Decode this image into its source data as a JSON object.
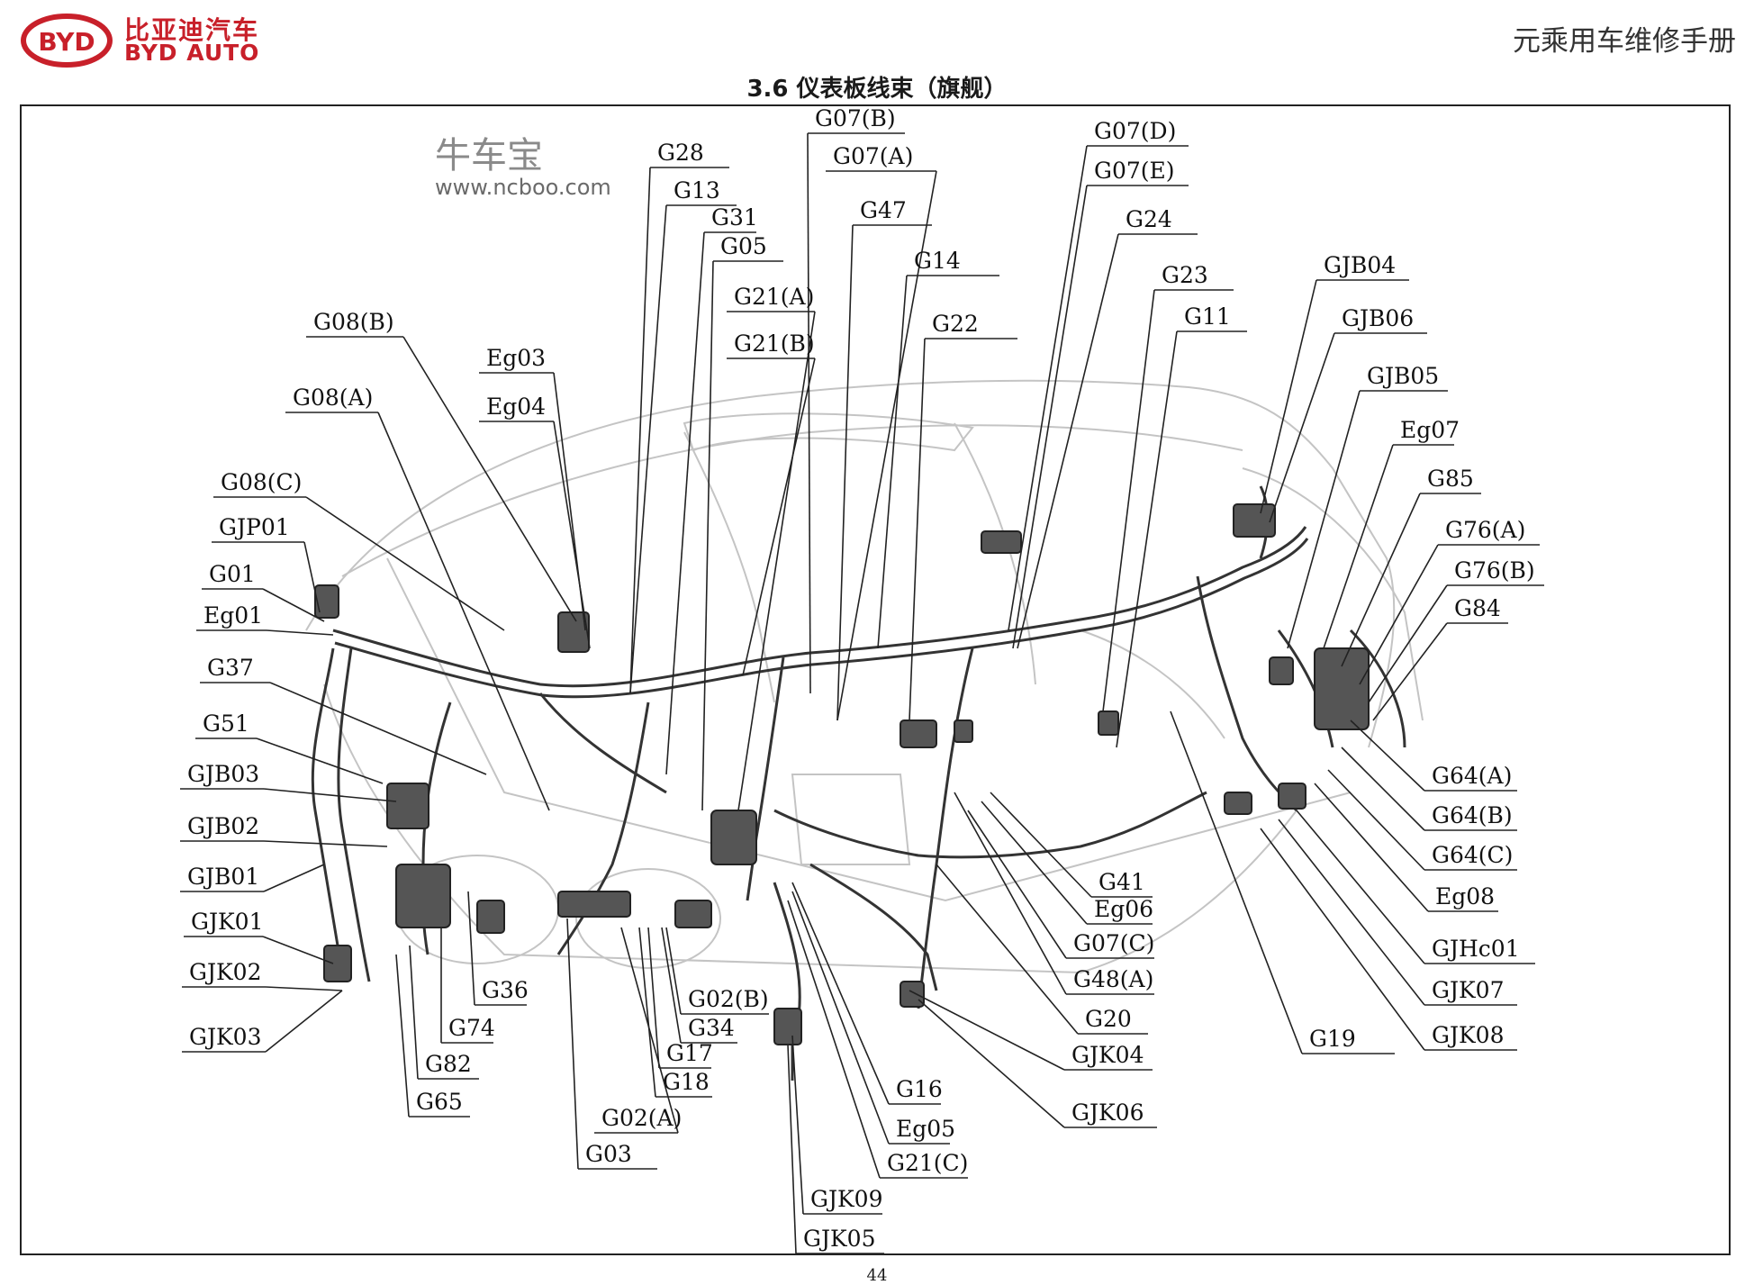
{
  "header": {
    "brand_zh": "比亚迪汽车",
    "brand_en": "BYD AUTO",
    "logo_text": "BYD",
    "manual_title": "元乘用车维修手册"
  },
  "section_title": "3.6 仪表板线束（旗舰）",
  "watermark": {
    "text_zh": "牛车宝",
    "url": "www.ncboo.com"
  },
  "page_number": "44",
  "colors": {
    "brand_red": "#c8202a",
    "line": "#222222",
    "sketch": "#bdbdbd"
  },
  "labels": [
    "G07(B)",
    "G07(A)",
    "G47",
    "G14",
    "G22",
    "G28",
    "G13",
    "G31",
    "G05",
    "G21(A)",
    "G21(B)",
    "G07(D)",
    "G07(E)",
    "G24",
    "G23",
    "G11",
    "GJB04",
    "GJB06",
    "GJB05",
    "Eg07",
    "G85",
    "G76(A)",
    "G76(B)",
    "G84",
    "G08(B)",
    "Eg03",
    "Eg04",
    "G08(A)",
    "G08(C)",
    "GJP01",
    "G01",
    "Eg01",
    "G37",
    "G51",
    "GJB03",
    "GJB02",
    "GJB01",
    "GJK01",
    "GJK02",
    "GJK03",
    "G64(A)",
    "G64(B)",
    "G64(C)",
    "Eg08",
    "GJHc01",
    "GJK07",
    "GJK08",
    "G19",
    "G41",
    "Eg06",
    "G07(C)",
    "G48(A)",
    "G20",
    "GJK04",
    "GJK06",
    "G16",
    "Eg05",
    "G21(C)",
    "GJK09",
    "GJK05",
    "G02(B)",
    "G34",
    "G17",
    "G18",
    "G02(A)",
    "G03",
    "G36",
    "G74",
    "G82",
    "G65"
  ]
}
